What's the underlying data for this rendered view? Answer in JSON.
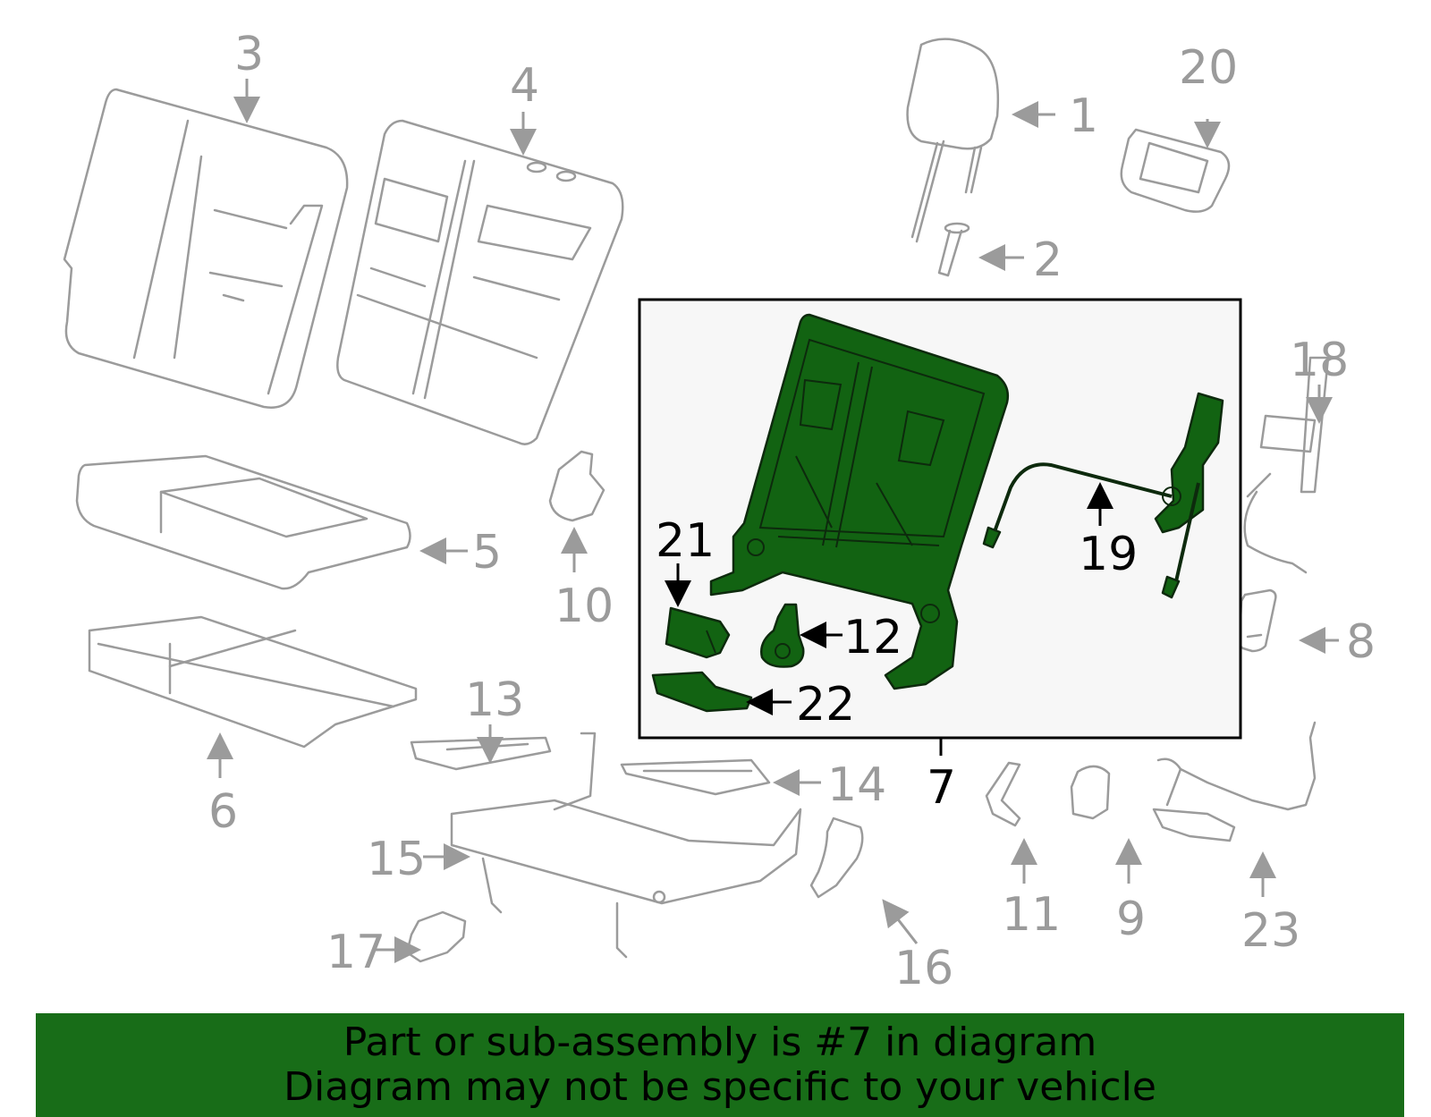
{
  "callouts": {
    "c1": "1",
    "c2": "2",
    "c3": "3",
    "c4": "4",
    "c5": "5",
    "c6": "6",
    "c7": "7",
    "c8": "8",
    "c9": "9",
    "c10": "10",
    "c11": "11",
    "c12": "12",
    "c13": "13",
    "c14": "14",
    "c15": "15",
    "c16": "16",
    "c17": "17",
    "c18": "18",
    "c19": "19",
    "c20": "20",
    "c21": "21",
    "c22": "22",
    "c23": "23"
  },
  "banner": {
    "line1": "Part or sub-assembly is #7 in diagram",
    "line2": "Diagram may not be specific to your vehicle"
  },
  "colors": {
    "highlight_part": "#126312",
    "banner_background": "#186d18",
    "outline_gray": "#9b9b9b"
  },
  "highlighted_part": "7"
}
